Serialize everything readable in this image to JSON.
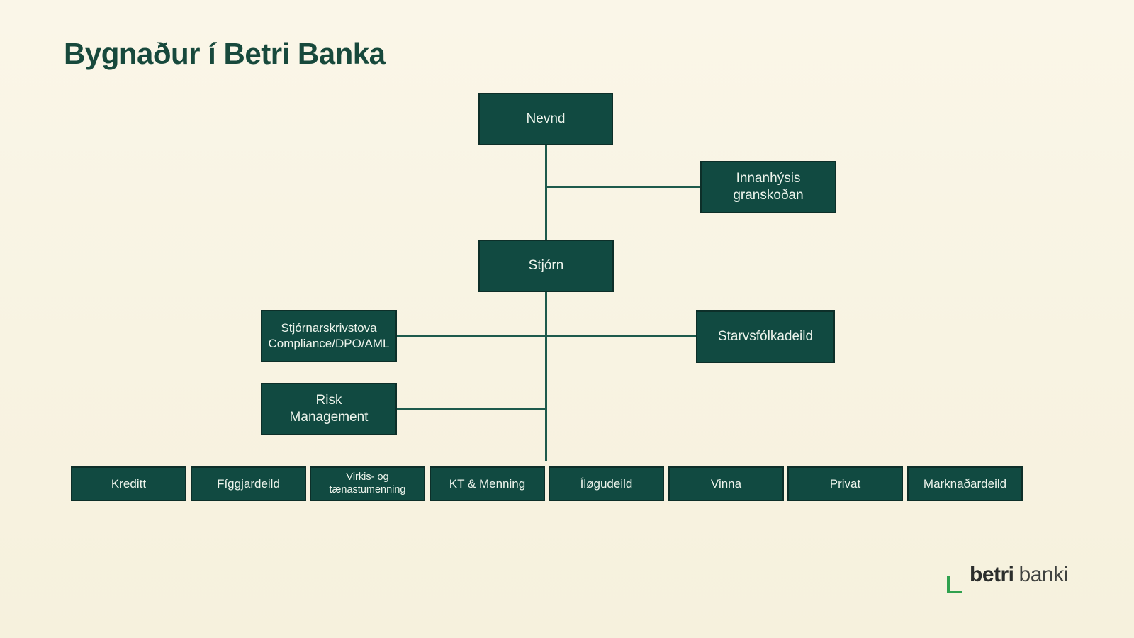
{
  "page": {
    "title": "Bygnaður í Betri Banka"
  },
  "colors": {
    "background": "#f8f3e2",
    "box_fill": "#114a41",
    "box_border": "#0d2f29",
    "box_text": "#edf4ec",
    "connector_line": "#1e5a4c",
    "title_text": "#17493c",
    "logo_green": "#30a14e",
    "logo_text_dark": "#2b2e2c"
  },
  "org_chart": {
    "board": {
      "label": "Nevnd"
    },
    "internal_audit": {
      "line1": "Innanhýsis",
      "line2": "granskoðan"
    },
    "management": {
      "label": "Stjórn"
    },
    "secretariat": {
      "line1": "Stjórnarskrivstova",
      "line2": "Compliance/DPO/AML"
    },
    "hr": {
      "label": "Starvsfólkadeild"
    },
    "risk": {
      "line1": "Risk",
      "line2": "Management"
    },
    "departments": [
      {
        "label": "Kreditt"
      },
      {
        "label": "Fíggjardeild"
      },
      {
        "line1": "Virkis- og",
        "line2": "tænastumenning"
      },
      {
        "label": "KT & Menning"
      },
      {
        "label": "Íløgudeild"
      },
      {
        "label": "Vinna"
      },
      {
        "label": "Privat"
      },
      {
        "label": "Marknaðardeild"
      }
    ]
  },
  "logo": {
    "bold": "betri",
    "regular": "banki"
  }
}
